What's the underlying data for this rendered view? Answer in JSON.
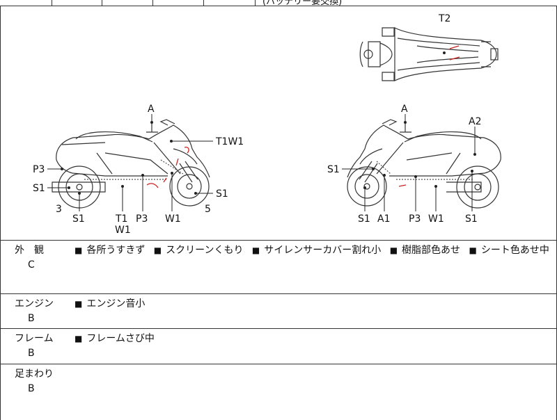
{
  "top_strip": {
    "cut_text": "(バッテリー要交換)"
  },
  "diagram": {
    "top_view": {
      "labels": [
        "T2"
      ]
    },
    "left_view": {
      "labels": [
        "A",
        "T1W1",
        "P3",
        "S1",
        "3",
        "S1",
        "T1",
        "W1",
        "P3",
        "W1",
        "S1",
        "5"
      ]
    },
    "right_view": {
      "labels": [
        "A",
        "A2",
        "S1",
        "S1",
        "A1",
        "P3",
        "W1",
        "S1"
      ]
    },
    "damage_color": "#cc2222"
  },
  "inspection": [
    {
      "category": "外　観",
      "grade": "C",
      "items": [
        "各所うすきず",
        "スクリーンくもり",
        "サイレンサーカバー割れ小",
        "樹脂部色あせ",
        "シート色あせ中"
      ]
    },
    {
      "category": "エンジン",
      "grade": "B",
      "items": [
        "エンジン音小"
      ]
    },
    {
      "category": "フレーム",
      "grade": "B",
      "items": [
        "フレームさび中"
      ]
    },
    {
      "category": "足まわり",
      "grade": "B",
      "items": []
    }
  ]
}
